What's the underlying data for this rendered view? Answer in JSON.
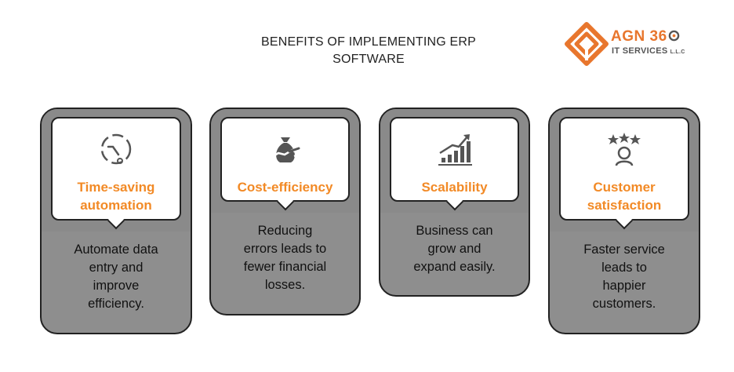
{
  "title_line1": "BENEFITS OF IMPLEMENTING ERP",
  "title_line2": "SOFTWARE",
  "logo": {
    "name": "AGN 36",
    "sub": "IT SERVICES",
    "suffix": "L.L.C"
  },
  "colors": {
    "accent": "#f28a26",
    "card": "#8e8e8e",
    "outline": "#222222"
  },
  "cards": [
    {
      "icon": "clock-cycle-icon",
      "label_lines": [
        "Time-saving",
        "automation"
      ],
      "desc_lines": [
        "Automate data",
        "entry and",
        "improve",
        "efficiency."
      ]
    },
    {
      "icon": "money-bag-hand-icon",
      "label_lines": [
        "Cost-efficiency"
      ],
      "desc_lines": [
        "Reducing",
        "errors leads to",
        "fewer financial",
        "losses."
      ]
    },
    {
      "icon": "growth-chart-icon",
      "label_lines": [
        "Scalability"
      ],
      "desc_lines": [
        "Business can",
        "grow and",
        "expand easily."
      ]
    },
    {
      "icon": "rating-stars-user-icon",
      "label_lines": [
        "Customer",
        "satisfaction"
      ],
      "desc_lines": [
        "Faster service",
        "leads to",
        "happier",
        "customers."
      ]
    }
  ]
}
